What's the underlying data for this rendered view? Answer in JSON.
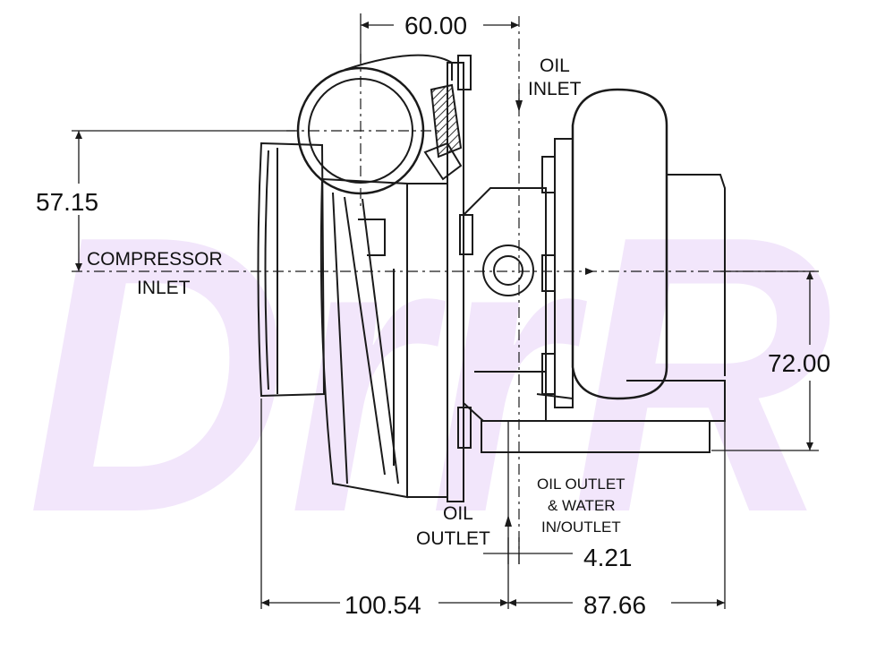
{
  "watermark": {
    "text": "DrrR",
    "color": "#f2e6fb"
  },
  "dimensions": {
    "top": "60.00",
    "left": "57.15",
    "right": "72.00",
    "bottom_left": "100.54",
    "bottom_right": "87.66",
    "small": "4.21"
  },
  "labels": {
    "oil_inlet_1": "OIL",
    "oil_inlet_2": "INLET",
    "compressor_inlet_1": "COMPRESSOR",
    "compressor_inlet_2": "INLET",
    "oil_outlet_1": "OIL",
    "oil_outlet_2": "OUTLET",
    "oil_water_1": "OIL OUTLET",
    "oil_water_2": "& WATER",
    "oil_water_3": "IN/OUTLET"
  },
  "colors": {
    "line": "#1a1a1a",
    "hatch": "#333333"
  }
}
